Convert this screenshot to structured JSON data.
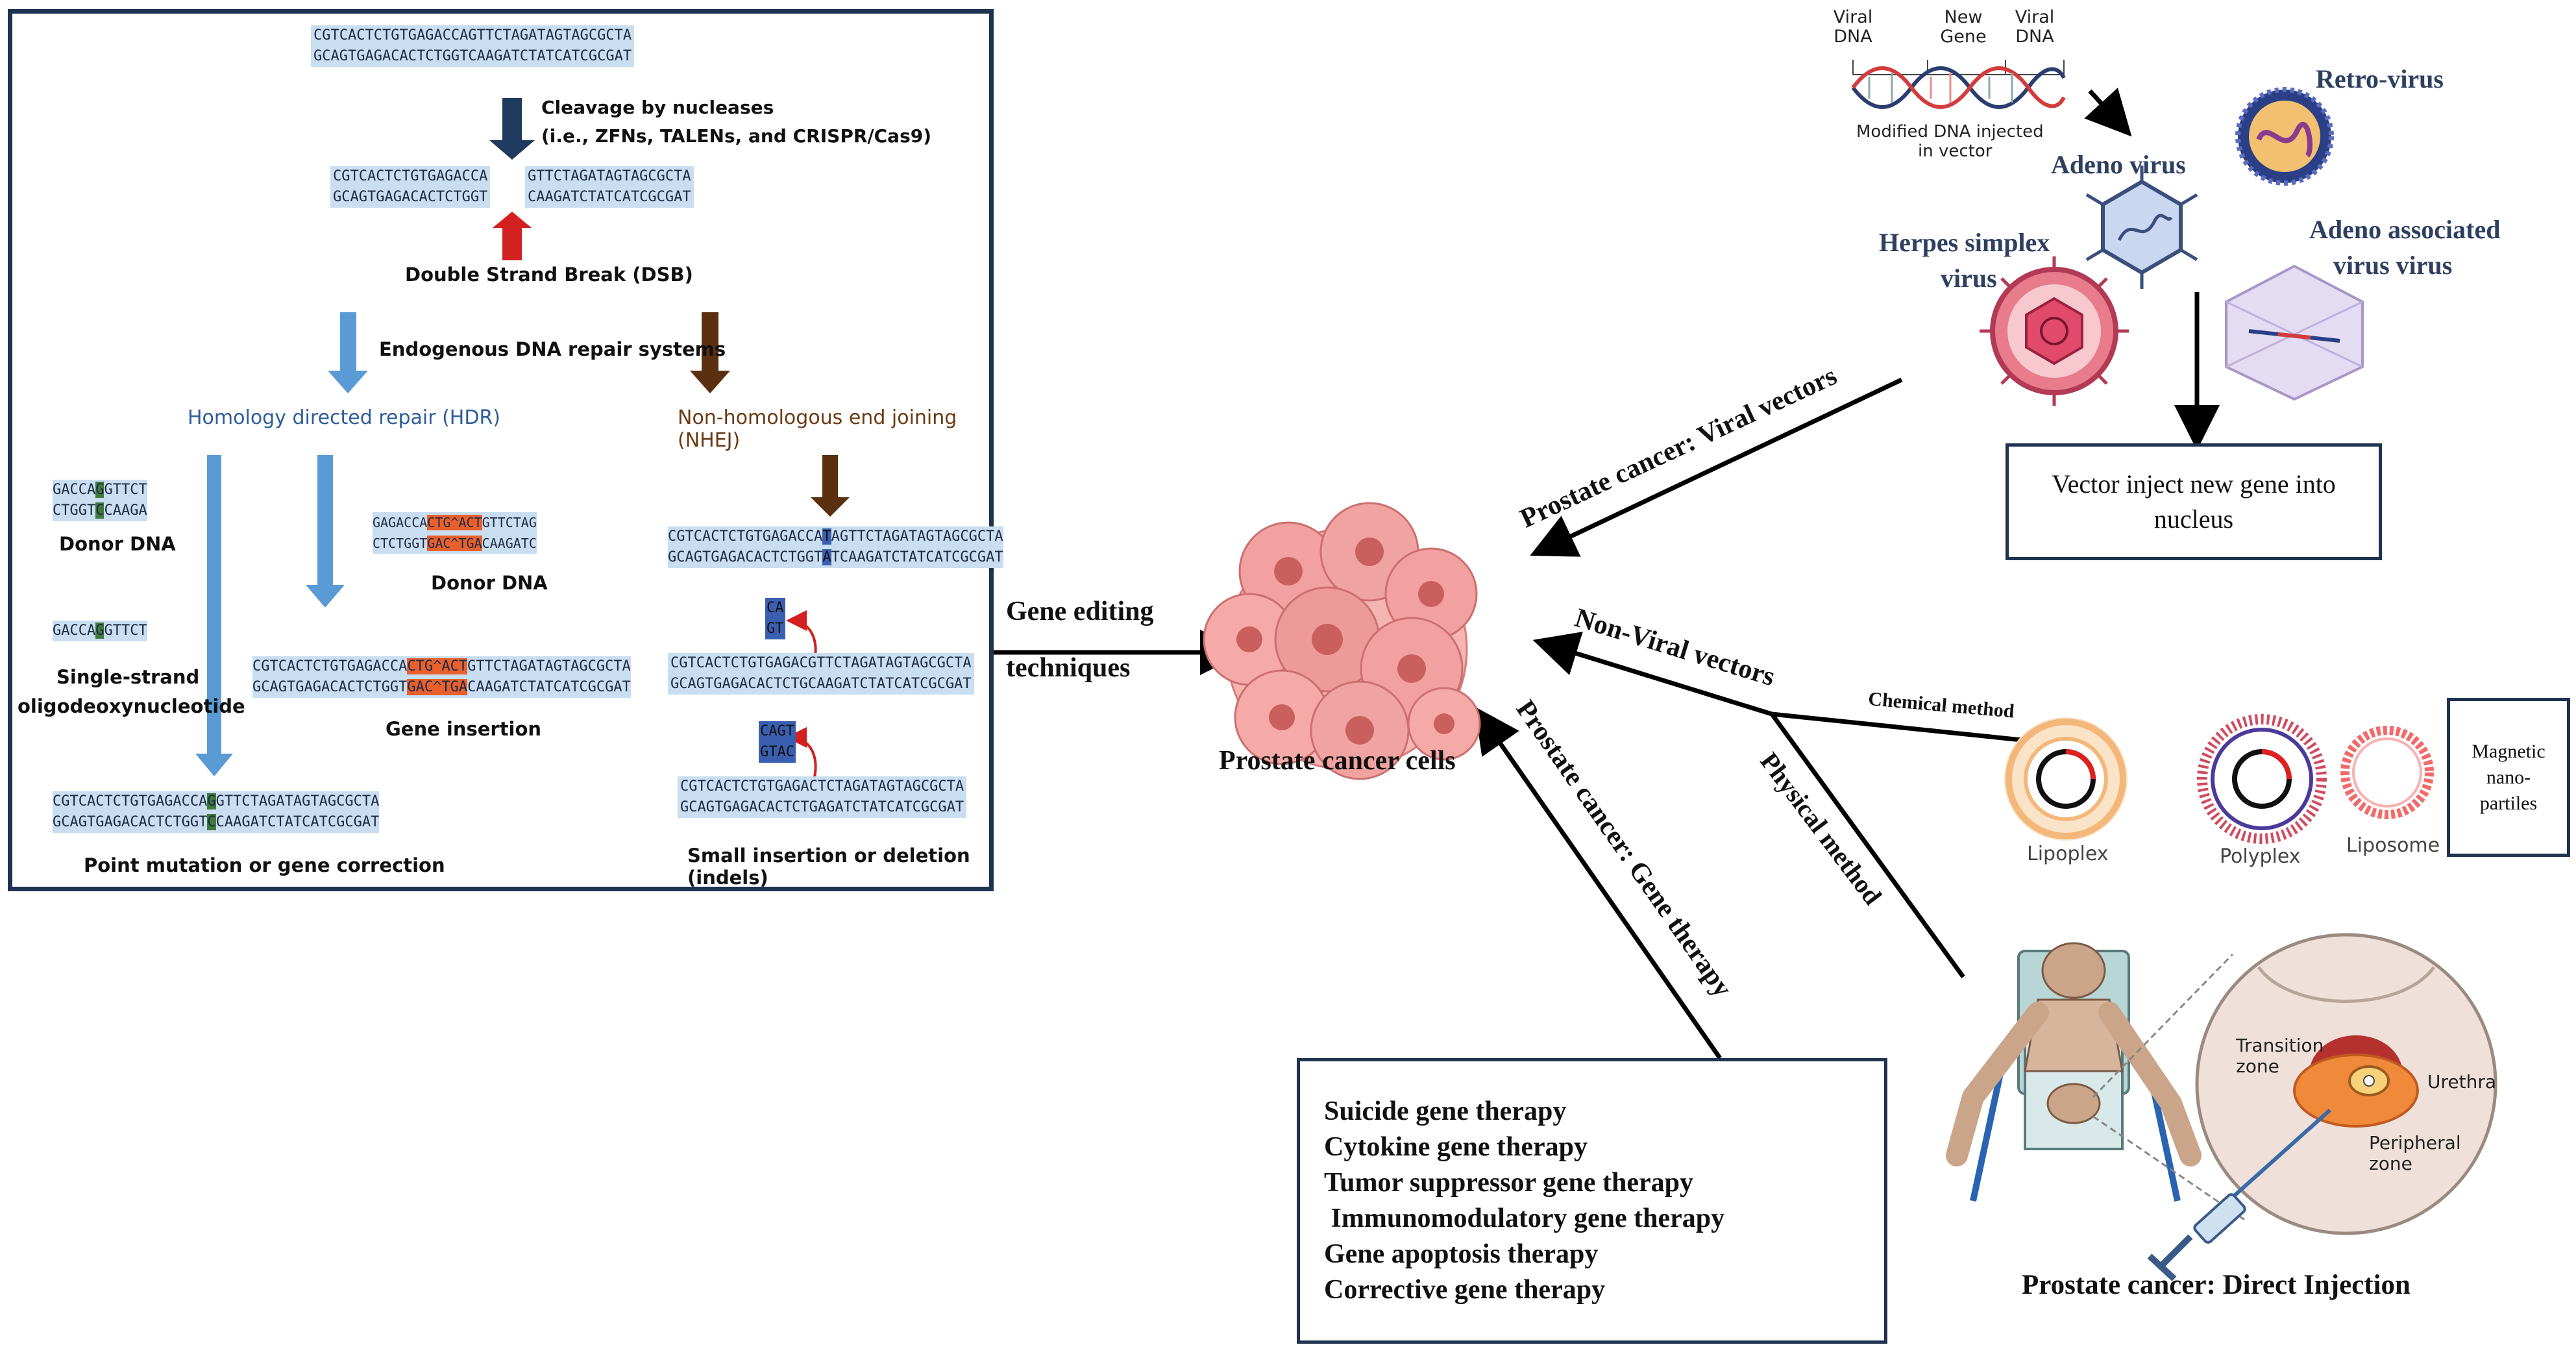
{
  "editing_panel": {
    "top_seq": [
      "CGTCACTCTGTGAGACCAGTTCTAGATAGTAGCGCTA",
      "GCAGTGAGACACTCTGGTCAAGATCTATCATCGCGAT"
    ],
    "cleavage_label": "Cleavage by nucleases",
    "cleavage_sub": "(i.e., ZFNs, TALENs, and CRISPR/Cas9)",
    "dsb_left": [
      "CGTCACTCTGTGAGACCA",
      "GCAGTGAGACACTCTGGT"
    ],
    "dsb_right": [
      "GTTCTAGATAGTAGCGCTA",
      "CAAGATCTATCATCGCGAT"
    ],
    "dsb_label": "Double Strand Break (DSB)",
    "repair_label": "Endogenous DNA repair systems",
    "hdr_label": "Homology directed repair (HDR)",
    "nhej_label": "Non-homologous end joining (NHEJ)",
    "donor1_a": [
      "GACCA",
      "G",
      "GTTCT"
    ],
    "donor1_b": [
      "CTGGT",
      "C",
      "CAAGA"
    ],
    "donor_dna_label": "Donor DNA",
    "ssodn_seq": [
      "GACCA",
      "G",
      "GTTCT"
    ],
    "ssodn_label_1": "Single-strand",
    "ssodn_label_2": "oligodeoxynucleotide",
    "donor2_a": [
      "GAGACCA",
      "CTG^ACT",
      "GTTCTAG"
    ],
    "donor2_b": [
      "CTCTGGT",
      "GAC^TGA",
      "CAAGATC"
    ],
    "donor2_label": "Donor DNA",
    "gene_ins_a": [
      "CGTCACTCTGTGAGACCA",
      "CTG^ACT",
      "GTTCTAGATAGTAGCGCTA"
    ],
    "gene_ins_b": [
      "GCAGTGAGACACTCTGGT",
      "GAC^TGA",
      "CAAGATCTATCATCGCGAT"
    ],
    "gene_ins_label": "Gene insertion",
    "point_a": [
      "CGTCACTCTGTGAGACCA",
      "G",
      "GTTCTAGATAGTAGCGCTA"
    ],
    "point_b": [
      "GCAGTGAGACACTCTGGT",
      "C",
      "CAAGATCTATCATCGCGAT"
    ],
    "point_label": "Point mutation or gene correction",
    "nhej1_a": [
      "CGTCACTCTGTGAGACCA",
      "T",
      "AGTTCTAGATAGTAGCGCTA"
    ],
    "nhej1_b": [
      "GCAGTGAGACACTCTGGT",
      "A",
      "TCAAGATCTATCATCGCGAT"
    ],
    "nhej_small1": [
      "CA",
      "GT"
    ],
    "nhej2_a": "CGTCACTCTGTGAGACGTTCTAGATAGTAGCGCTA",
    "nhej2_b": "GCAGTGAGACACTCTGCAAGATCTATCATCGCGAT",
    "nhej_small2": [
      "CAGT",
      "GTAC"
    ],
    "nhej3_a": "CGTCACTCTGTGAGACTCTAGATAGTAGCGCTA",
    "nhej3_b": "GCAGTGAGACACTCTGAGATCTATCATCGCGAT",
    "indels_label": "Small insertion or deletion (indels)"
  },
  "center": {
    "cells_label": "Prostate cancer  cells",
    "gene_editing_1": "Gene editing",
    "gene_editing_2": "techniques",
    "viral_arrow_label": "Prostate cancer: Viral vectors",
    "nonviral_label": "Non-Viral vectors",
    "chemical_label": "Chemical method",
    "physical_label": "Physical method",
    "gene_therapy_arrow_label": "Prostate cancer:  Gene therapy"
  },
  "viral": {
    "col1": "Viral DNA",
    "col2": "New Gene",
    "col3": "Viral DNA",
    "dna_caption_1": "Modified DNA injected",
    "dna_caption_2": "in vector",
    "adeno": "Adeno virus",
    "retro": "Retro-virus",
    "herpes_1": "Herpes simplex",
    "herpes_2": "virus",
    "aav_1": "Adeno associated",
    "aav_2": "virus virus",
    "vector_box": "Vector inject new gene into nucleus"
  },
  "nonviral": {
    "lipoplex": "Lipoplex",
    "polyplex": "Polyplex",
    "liposome": "Liposome",
    "magnetic": "Magnetic nano-partiles"
  },
  "injection": {
    "transition": "Transition zone",
    "urethra": "Urethra",
    "peripheral": "Peripheral zone",
    "caption": "Prostate cancer: Direct Injection"
  },
  "therapy_list": [
    "Suicide gene therapy",
    "Cytokine gene therapy",
    "Tumor suppressor gene therapy",
    " Immunomodulatory gene therapy",
    "Gene apoptosis therapy",
    "Corrective gene therapy"
  ],
  "colors": {
    "frame": "#1f3350",
    "seq_bg": "#c9def0",
    "hdr_text": "#2e5c9a",
    "nhej_text": "#6b3a12",
    "blue_arrow": "#5b9bd5",
    "brown_arrow": "#5a3010",
    "dark_arrow": "#1f3a5f",
    "red_arrow": "#d32020",
    "cell": "#f2a0a0"
  }
}
